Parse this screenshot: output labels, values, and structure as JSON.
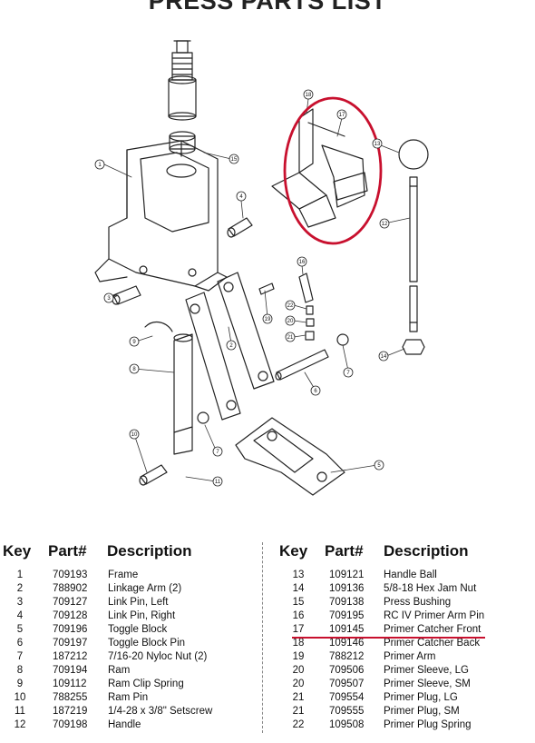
{
  "title": "PRESS PARTS LIST",
  "diagram": {
    "callouts": [
      "1",
      "4",
      "16",
      "18",
      "17",
      "12",
      "13",
      "2",
      "3",
      "15",
      "22",
      "20",
      "21",
      "9",
      "8",
      "7",
      "6",
      "10",
      "7",
      "11",
      "5",
      "14"
    ]
  },
  "left_table": {
    "headers": {
      "key": "Key",
      "part": "Part#",
      "desc": "Description"
    },
    "rows": [
      {
        "key": "1",
        "part": "709193",
        "desc": "Frame"
      },
      {
        "key": "2",
        "part": "788902",
        "desc": "Linkage Arm (2)"
      },
      {
        "key": "3",
        "part": "709127",
        "desc": "Link Pin, Left"
      },
      {
        "key": "4",
        "part": "709128",
        "desc": "Link Pin, Right"
      },
      {
        "key": "5",
        "part": "709196",
        "desc": "Toggle Block"
      },
      {
        "key": "6",
        "part": "709197",
        "desc": "Toggle Block Pin"
      },
      {
        "key": "7",
        "part": "187212",
        "desc": "7/16-20 Nyloc Nut (2)"
      },
      {
        "key": "8",
        "part": "709194",
        "desc": "Ram"
      },
      {
        "key": "9",
        "part": "109112",
        "desc": "Ram Clip Spring"
      },
      {
        "key": "10",
        "part": "788255",
        "desc": "Ram Pin"
      },
      {
        "key": "11",
        "part": "187219",
        "desc": "1/4-28 x 3/8\" Setscrew"
      },
      {
        "key": "12",
        "part": "709198",
        "desc": "Handle"
      }
    ]
  },
  "right_table": {
    "headers": {
      "key": "Key",
      "part": "Part#",
      "desc": "Description"
    },
    "rows": [
      {
        "key": "13",
        "part": "109121",
        "desc": "Handle Ball"
      },
      {
        "key": "14",
        "part": "109136",
        "desc": "5/8-18 Hex Jam Nut"
      },
      {
        "key": "15",
        "part": "709138",
        "desc": "Press Bushing"
      },
      {
        "key": "16",
        "part": "709195",
        "desc": "RC IV Primer Arm Pin"
      },
      {
        "key": "17",
        "part": "109145",
        "desc": "Primer Catcher Front"
      },
      {
        "key": "18",
        "part": "109146",
        "desc": "Primer Catcher Back"
      },
      {
        "key": "19",
        "part": "788212",
        "desc": "Primer Arm"
      },
      {
        "key": "20",
        "part": "709506",
        "desc": "Primer Sleeve, LG"
      },
      {
        "key": "20",
        "part": "709507",
        "desc": "Primer Sleeve, SM"
      },
      {
        "key": "21",
        "part": "709554",
        "desc": "Primer Plug, LG"
      },
      {
        "key": "21",
        "part": "709555",
        "desc": "Primer Plug, SM"
      },
      {
        "key": "22",
        "part": "109508",
        "desc": "Primer Plug Spring"
      }
    ]
  },
  "colors": {
    "highlight": "#c8102e",
    "ink": "#222222"
  }
}
